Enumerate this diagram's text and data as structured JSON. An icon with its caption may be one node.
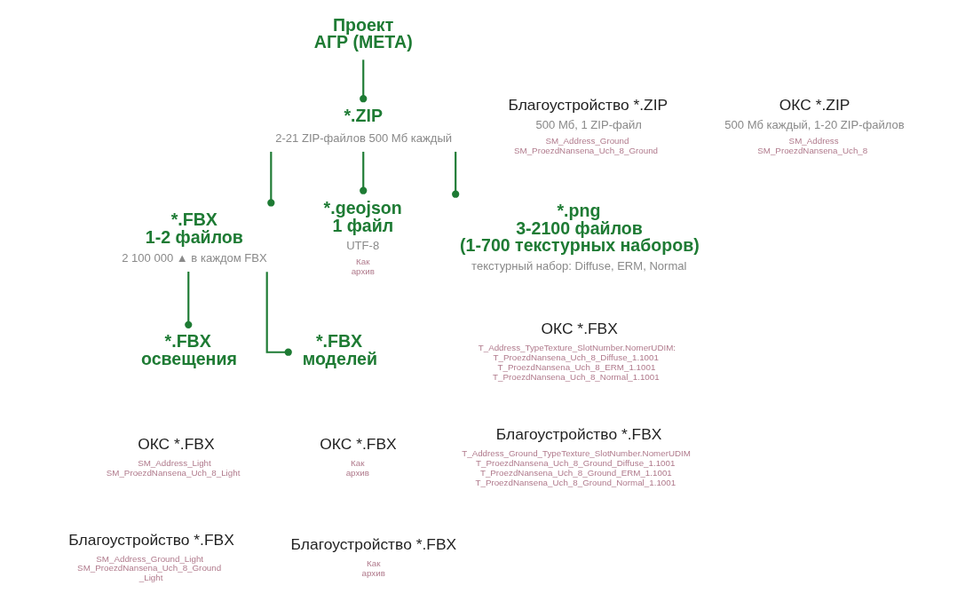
{
  "diagram": {
    "nodes": [
      {
        "text": [
          "Проект АГР (МЕТА)"
        ]
      },
      {
        "text": [
          "*.ZIP",
          "2-21 ZIP-файлов 500 Мб каждый"
        ]
      },
      {
        "text": [
          "Благоустройство *.ZIP",
          "500 Мб, 1 ZIP-файл",
          "SM_Address_Ground SM_ProezdNansena_Uch_8_Ground"
        ]
      },
      {
        "text": [
          "ОКС *.ZIP",
          "500 Мб каждый, 1-20 ZIP-файлов",
          "SM_Address SM_ProezdNansena_Uch_8"
        ]
      },
      {
        "text": [
          "*.FBX 1-2 файлов",
          "2 100 000 ▲ в каждом FBX"
        ]
      },
      {
        "text": [
          "*.geojson 1 файл",
          "UTF-8",
          "Как архив"
        ]
      },
      {
        "text": [
          "*.png 3-2100 файлов (1-700 текстурных наборов)",
          "текстурный набор: Diffuse, ERM, Normal"
        ]
      },
      {
        "text": [
          "*.FBX освещения"
        ]
      },
      {
        "text": [
          "*.FBX моделей"
        ]
      },
      {
        "text": [
          "ОКС *.FBX",
          "SM_Address_Light SM_ProezdNansena_Uch_8_Light"
        ]
      },
      {
        "text": [
          "Благоустройство *.FBX",
          "SM_Address_Ground_Light SM_ProezdNansena_Uch_8_Ground _Light"
        ]
      },
      {
        "text": [
          "ОКС *.FBX",
          "Как архив"
        ]
      },
      {
        "text": [
          "Благоустройство *.FBX",
          "Как архив"
        ]
      },
      {
        "text": [
          "ОКС *.FBX",
          "T_Address_TypeTexture_SlotNumber.NomerUDIM: T_ProezdNansena_Uch_8_Diffuse_1.1001 T_ProezdNansena_Uch_8_ERM_1.1001 T_ProezdNansena_Uch_8_Normal_1.1001"
        ]
      },
      {
        "text": [
          "Благоустройство *.FBX",
          "T_Address_Ground_TypeTexture_SlotNumber.NomerUDIM T_ProezdNansena_Uch_8_Ground_Diffuse_1.1001 T_ProezdNansena_Uch_8_Ground_ERM_1.1001 T_ProezdNansena_Uch_8_Ground_Normal_1.1001"
        ]
      }
    ],
    "edges": [
      {
        "from": 0,
        "to": 1,
        "arrow": "other"
      },
      {
        "from": 1,
        "to": 4,
        "arrow": "other"
      },
      {
        "from": 1,
        "to": 5,
        "arrow": "other"
      },
      {
        "from": 1,
        "to": 6,
        "arrow": "other"
      },
      {
        "from": 4,
        "to": 7,
        "arrow": "other"
      },
      {
        "from": 4,
        "to": 8,
        "arrow": "other"
      }
    ]
  }
}
